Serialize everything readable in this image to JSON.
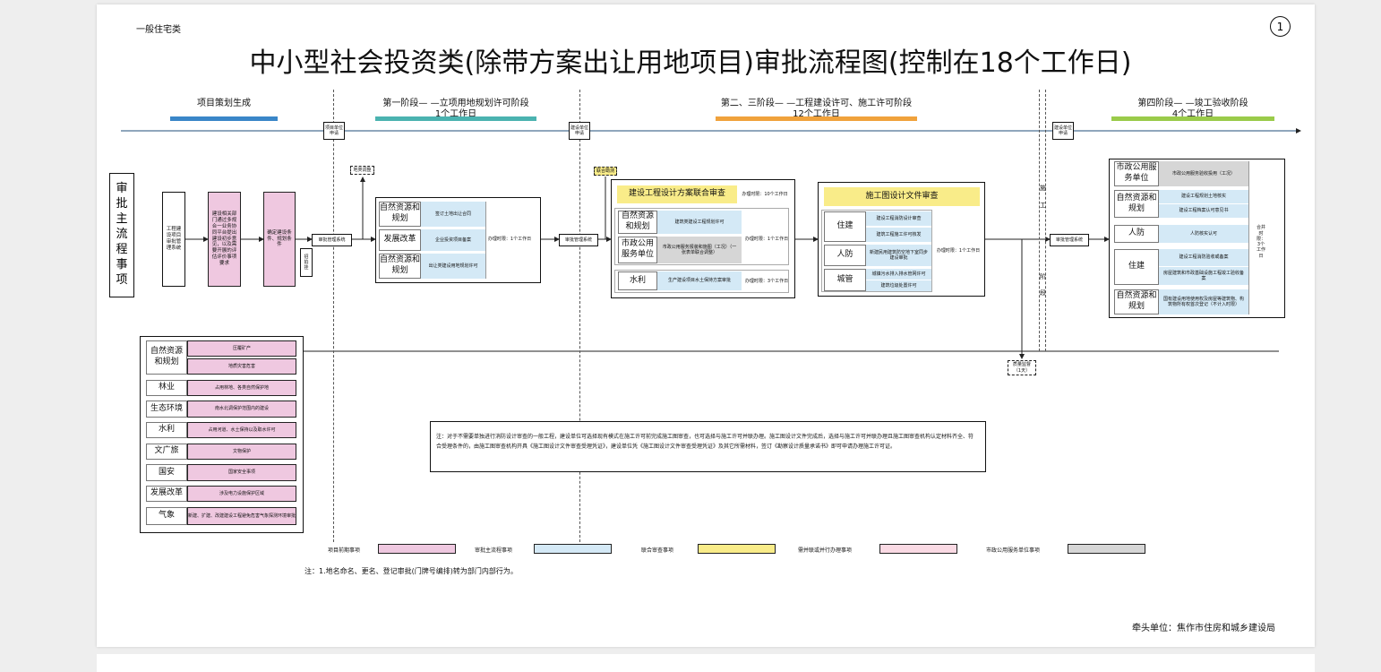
{
  "header": {
    "category": "一般住宅类",
    "page_no": "1",
    "title": "中小型社会投资类(除带方案出让用地项目)审批流程图(控制在18个工作日)"
  },
  "stages": [
    {
      "name": "项目策划生成",
      "days": "",
      "color": "#3a86c8"
    },
    {
      "name": "第一阶段— —立项用地规划许可阶段",
      "days": "1个工作日",
      "color": "#4bb3b0"
    },
    {
      "name": "第二、三阶段— —工程建设许可、施工许可阶段",
      "days": "12个工作日",
      "color": "#f0a23c"
    },
    {
      "name": "第四阶段— —竣工验收阶段",
      "days": "4个工作日",
      "color": "#9acb4a"
    }
  ],
  "timeline_markers": [
    "项目单位申请",
    "建设单位申请",
    "建设单位申请"
  ],
  "left": {
    "main_title": "审批主流程事项",
    "step1": "工程建设项目审批管理系统",
    "step2": "建设相关部门通过多规合一业务协同平台提出建设初步意见，以及需要开展的评估评价事项要求",
    "step3": "确定建设条件、规划条件",
    "sys1": "审批管理系统",
    "side_note": "招拍挂",
    "land": "地类调整"
  },
  "stage1": {
    "rows": [
      {
        "dept": "自然资源和规划",
        "item": "签订土地出让合同"
      },
      {
        "dept": "发展改革",
        "item": "企业投资项目备案"
      },
      {
        "dept": "自然资源和规划",
        "item": "出让类建设用地规划许可"
      }
    ],
    "time": "办理时限：1个工作日",
    "sys": "审批管理系统"
  },
  "stage2a": {
    "joint_tag": "联合勘测",
    "header": "建设工程设计方案联合审查",
    "header_time": "办理时限：10个工作日",
    "rows": [
      {
        "dept": "自然资源和规划",
        "item": "建筑类建设工程规划许可"
      },
      {
        "dept": "市政公用服务单位",
        "item": "市政公用服务报装和施图（工况）（一张表单联合调整）"
      },
      {
        "dept": "水利",
        "item": "生产建设项目水土保持方案审批"
      }
    ],
    "time1": "办理时限：1个工作日",
    "time2": "办理时限：3个工作日"
  },
  "stage2b": {
    "header": "施工图设计文件审查",
    "rows": [
      {
        "dept": "住建",
        "items": [
          "建设工程消防设计审查",
          "建筑工程施工许可核发"
        ]
      },
      {
        "dept": "人防",
        "items": [
          "新建民用建筑防空地下室同步建设审批"
        ]
      },
      {
        "dept": "城管",
        "items": [
          "城镇污水排入排水管网许可",
          "建筑垃圾处置许可"
        ]
      }
    ],
    "time": "办理时限：1个工作日",
    "side_label": [
      "施",
      "工",
      "阶",
      "段"
    ],
    "quality": "质量监督（1天）"
  },
  "stage4": {
    "sys": "审批管理系统",
    "rows": [
      {
        "dept": "市政公用服务单位",
        "items": [
          "市政公用服务验收投用（工况）"
        ],
        "type": "gray"
      },
      {
        "dept": "自然资源和规划",
        "items": [
          "建设工程规划土地核实",
          "建设工程档案认可意见书"
        ],
        "type": "blue"
      },
      {
        "dept": "人防",
        "items": [
          "人防核实认可"
        ],
        "type": "blue"
      },
      {
        "dept": "住建",
        "items": [
          "建设工程消防验收或备案",
          "房屋建筑和市政基础设施工程竣工验收备案"
        ],
        "type": "blue"
      },
      {
        "dept": "自然资源和规划",
        "items": [
          "国有建设用地使用权及房屋等建筑物、构筑物所有权首次登记（不计入时限）"
        ],
        "type": "blue"
      }
    ],
    "time": "合并时限：3个工作日"
  },
  "prior_items": [
    {
      "dept": "自然资源和规划",
      "items": [
        "压覆矿产",
        "地质灾害危害"
      ]
    },
    {
      "dept": "林业",
      "items": [
        "占用林地、各类自然保护地"
      ]
    },
    {
      "dept": "生态环境",
      "items": [
        "南水北调保护范围内的建设"
      ]
    },
    {
      "dept": "水利",
      "items": [
        "占用河道、水土保持以及取水许可"
      ]
    },
    {
      "dept": "文广旅",
      "items": [
        "文物保护"
      ]
    },
    {
      "dept": "国安",
      "items": [
        "国家安全事项"
      ]
    },
    {
      "dept": "发展改革",
      "items": [
        "涉及电力设施保护区域"
      ]
    },
    {
      "dept": "气象",
      "items": [
        "新建、扩建、改建建设工程避免危害气象探测环境审批"
      ]
    }
  ],
  "note": "注：对于不需要单独进行消防设计审查的一般工程，建设单位可选择现有模式在施工许可前完成施工图审查，也可选择与施工许可并联办理。施工图设计文件完成后，选择与施工许可并联办理且施工图审查机构认定材料齐全、符合受理条件的，由施工图审查机构开具《施工图设计文件审查受理凭证》，建设单位凭《施工图设计文件审查受理凭证》及其它所需材料，签订《勘察设计质量承诺书》即可申请办理施工许可证。",
  "legend": [
    {
      "label": "项目前期事项",
      "color": "#efc8e0"
    },
    {
      "label": "审批主流程事项",
      "color": "#d4e9f6"
    },
    {
      "label": "联合审查事项",
      "color": "#f9ec89"
    },
    {
      "label": "需并联或并行办理事项",
      "color": "#fadae4"
    },
    {
      "label": "市政公用服务单位事项",
      "color": "#d6d6d6"
    }
  ],
  "footnote": "注：1.地名命名、更名、登记审批(门牌号编排)转为部门内部行为。",
  "lead_unit": "牵头单位：焦作市住房和城乡建设局"
}
